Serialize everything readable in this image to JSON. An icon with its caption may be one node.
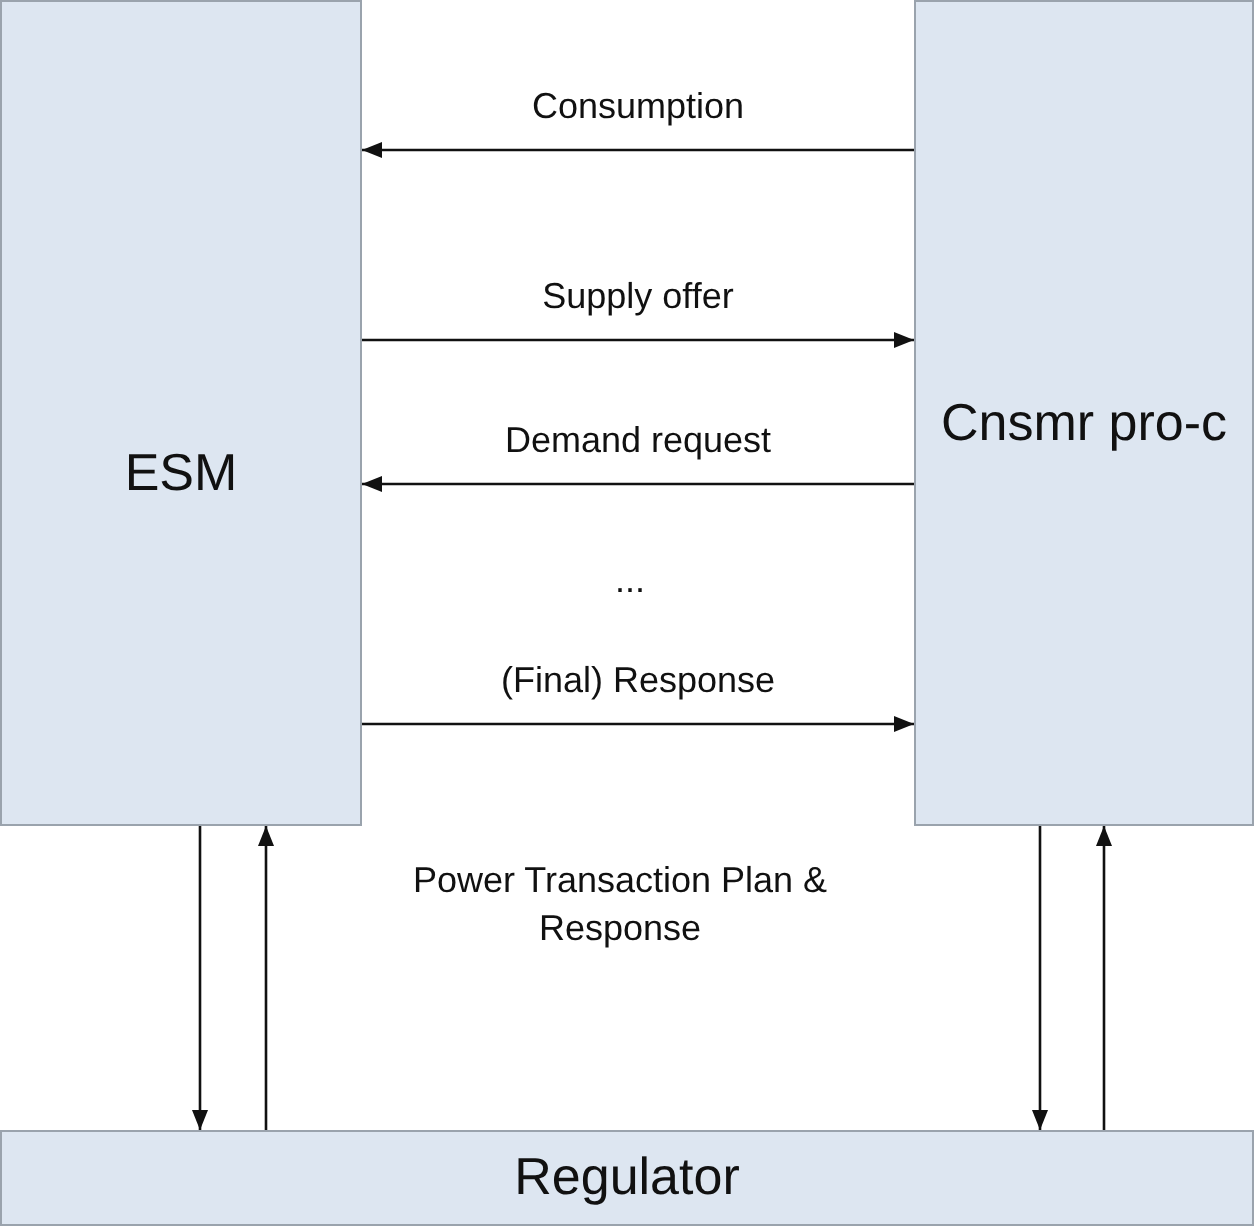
{
  "diagram": {
    "nodes": [
      {
        "text": [
          "ESM"
        ]
      },
      {
        "text": [
          "Cnsmr pro-c"
        ]
      },
      {
        "text": [
          "Regulator"
        ]
      }
    ],
    "edges": [
      {
        "from": 1,
        "to": 0,
        "arrow": "to",
        "label": "Consumption"
      },
      {
        "from": 0,
        "to": 1,
        "arrow": "to",
        "label": "Supply offer"
      },
      {
        "from": 1,
        "to": 0,
        "arrow": "to",
        "label": "Demand request"
      },
      {
        "from": 0,
        "to": 1,
        "arrow": "to",
        "label": "(Final) Response"
      },
      {
        "from": 0,
        "to": 2,
        "arrow": "to"
      },
      {
        "from": 2,
        "to": 0,
        "arrow": "to"
      },
      {
        "from": 1,
        "to": 2,
        "arrow": "to"
      },
      {
        "from": 2,
        "to": 1,
        "arrow": "to"
      }
    ],
    "labels": [
      "...",
      "Power Transaction Plan & Response"
    ]
  }
}
